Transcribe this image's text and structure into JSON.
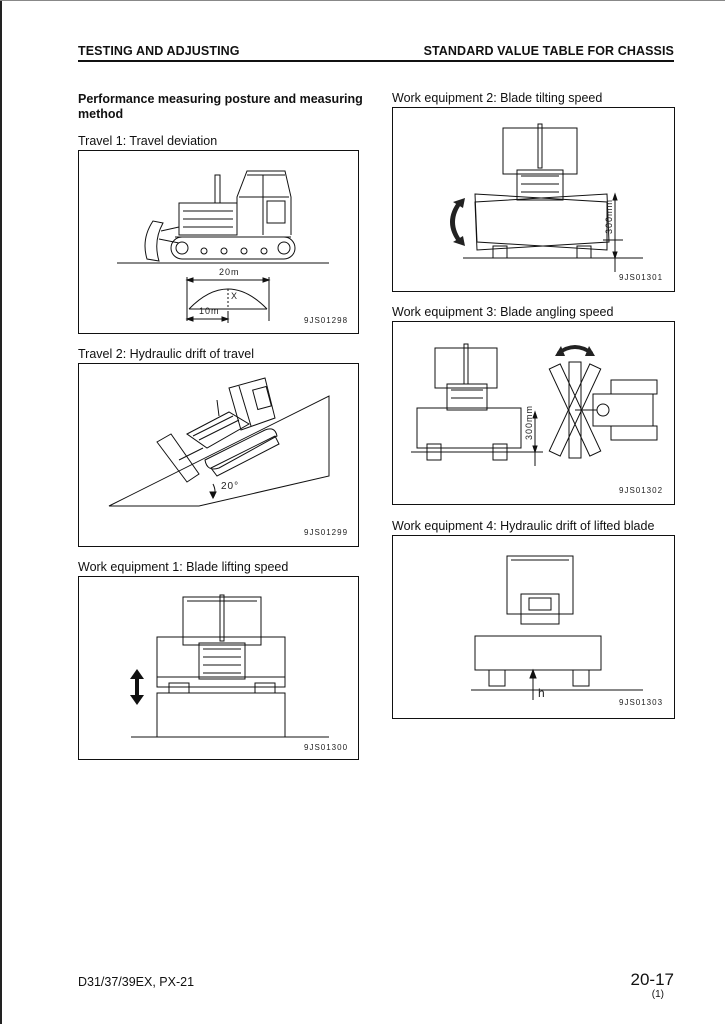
{
  "header": {
    "left": "TESTING AND ADJUSTING",
    "right": "STANDARD VALUE TABLE FOR CHASSIS"
  },
  "section_title": "Performance measuring posture and measuring method",
  "figures": {
    "travel1": {
      "caption": "Travel 1: Travel deviation",
      "code": "9JS01298",
      "label_distance": "20m",
      "label_half": "10m",
      "label_x": "X"
    },
    "travel2": {
      "caption": "Travel 2: Hydraulic drift of travel",
      "code": "9JS01299",
      "label_angle": "20°"
    },
    "work1": {
      "caption": "Work equipment 1: Blade lifting speed",
      "code": "9JS01300"
    },
    "work2": {
      "caption": "Work equipment 2: Blade tilting speed",
      "code": "9JS01301",
      "label_height": "300mm"
    },
    "work3": {
      "caption": "Work equipment 3: Blade angling speed",
      "code": "9JS01302",
      "label_height": "300mm"
    },
    "work4": {
      "caption": "Work equipment 4: Hydraulic drift of lifted blade",
      "code": "9JS01303",
      "label_h": "h"
    }
  },
  "footer": {
    "model": "D31/37/39EX, PX-21",
    "page": "20-17",
    "revision": "(1)"
  }
}
